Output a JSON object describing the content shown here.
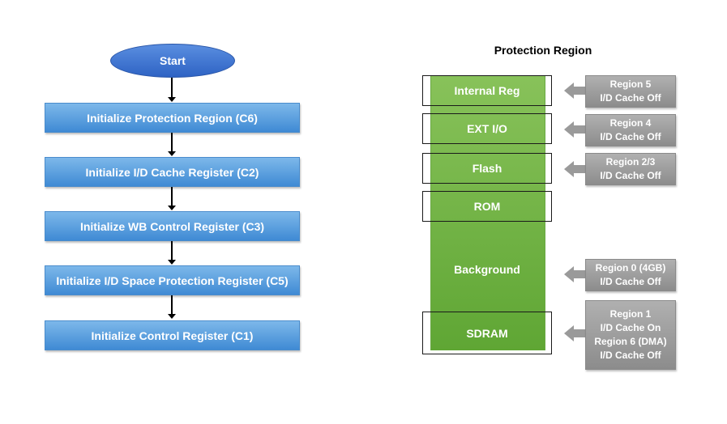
{
  "flowchart": {
    "start": "Start",
    "steps": [
      "Initialize Protection Region (C6)",
      "Initialize I/D Cache Register (C2)",
      "Initialize WB Control Register (C3)",
      "Initialize I/D Space Protection Register (C5)",
      "Initialize Control Register (C1)"
    ]
  },
  "memory_map": {
    "title": "Protection Region",
    "regions": {
      "internal_reg": "Internal Reg",
      "ext_io": "EXT I/O",
      "flash": "Flash",
      "rom": "ROM",
      "background": "Background",
      "sdram": "SDRAM"
    },
    "callouts": {
      "region5": [
        "Region 5",
        "I/D Cache Off"
      ],
      "region4": [
        "Region 4",
        "I/D Cache Off"
      ],
      "region23": [
        "Region 2/3",
        "I/D Cache Off"
      ],
      "region0": [
        "Region 0 (4GB)",
        "I/D Cache Off"
      ],
      "region16": [
        "Region 1",
        "I/D Cache On",
        "Region 6 (DMA)",
        "I/D Cache Off"
      ]
    }
  },
  "colors": {
    "flow_box": "#5b9fe0",
    "start_oval": "#3a72d0",
    "memory_bar": "#70b244",
    "callout": "#9a9a9a"
  }
}
